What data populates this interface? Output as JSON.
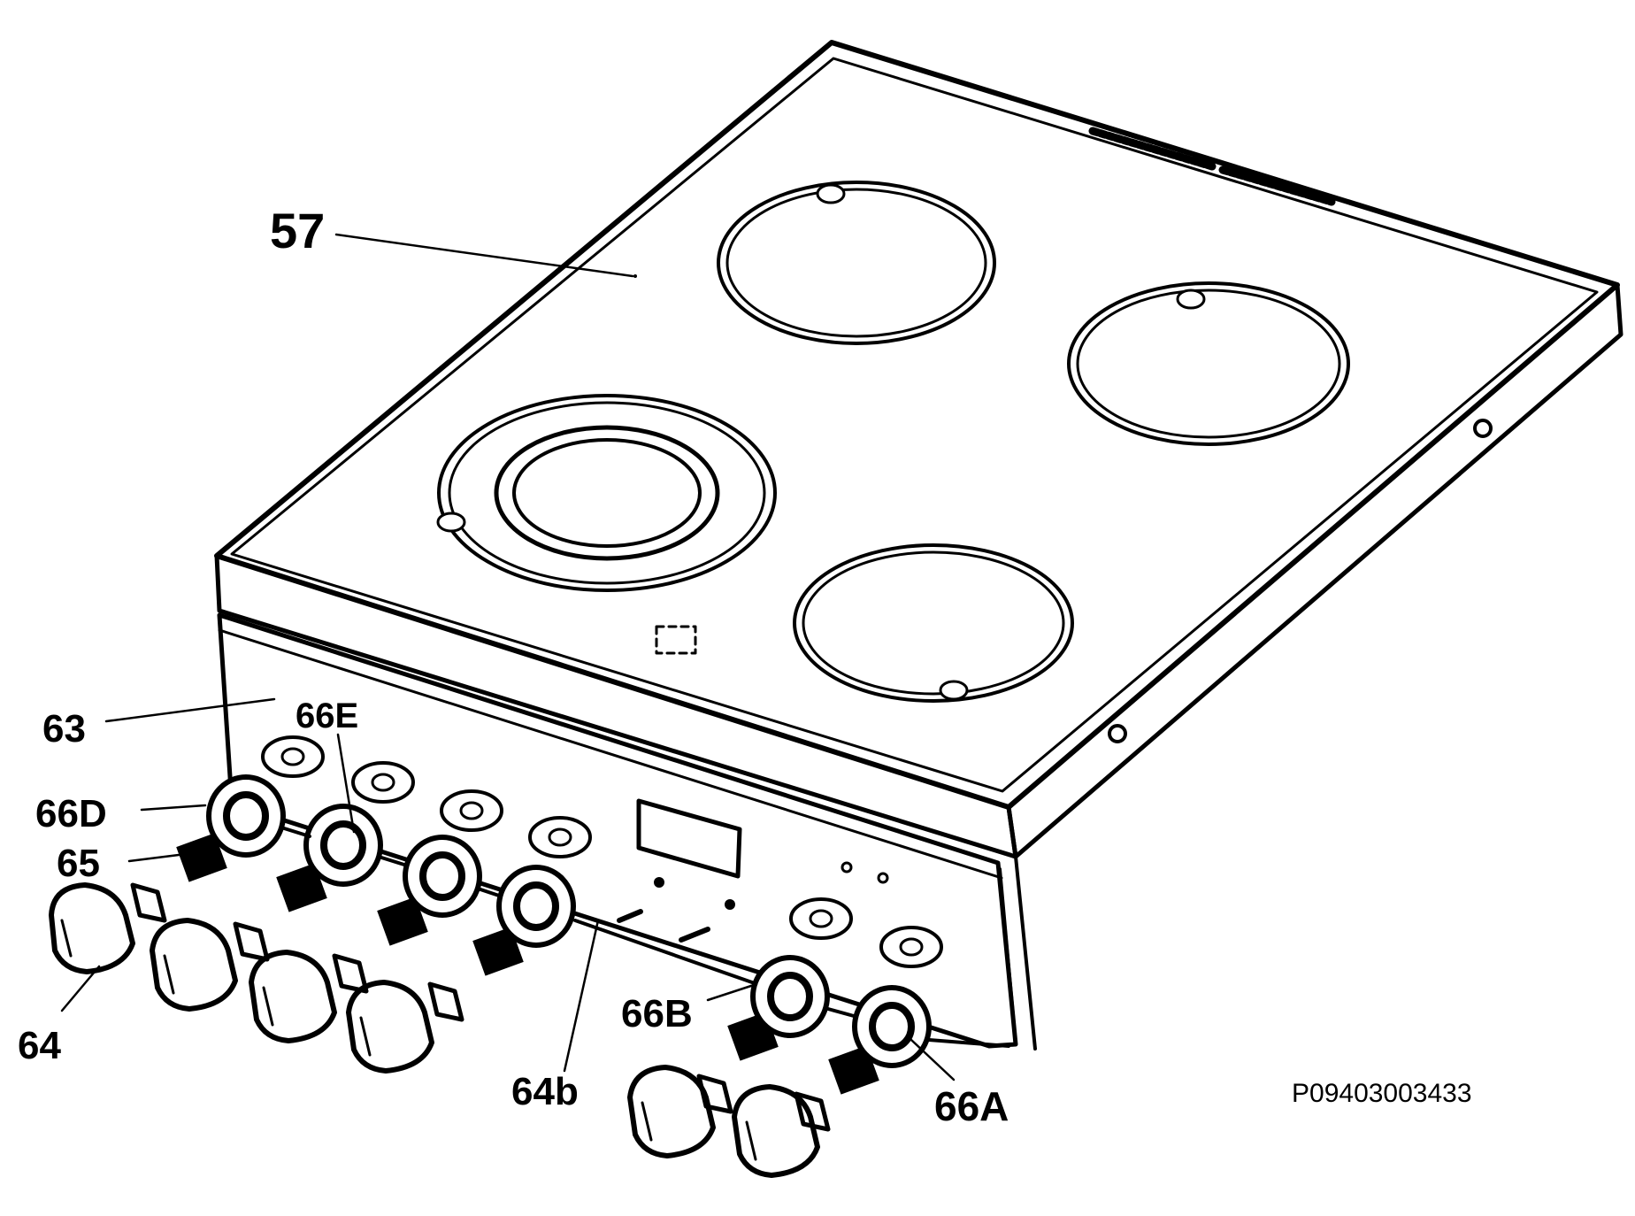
{
  "labels": {
    "l57": "57",
    "l63": "63",
    "l66E": "66E",
    "l66D": "66D",
    "l65": "65",
    "l64": "64",
    "l64b": "64b",
    "l66B": "66B",
    "l66A": "66A"
  },
  "diagram_code": "P09403003433",
  "colors": {
    "ink": "#000000",
    "paper": "#ffffff"
  }
}
